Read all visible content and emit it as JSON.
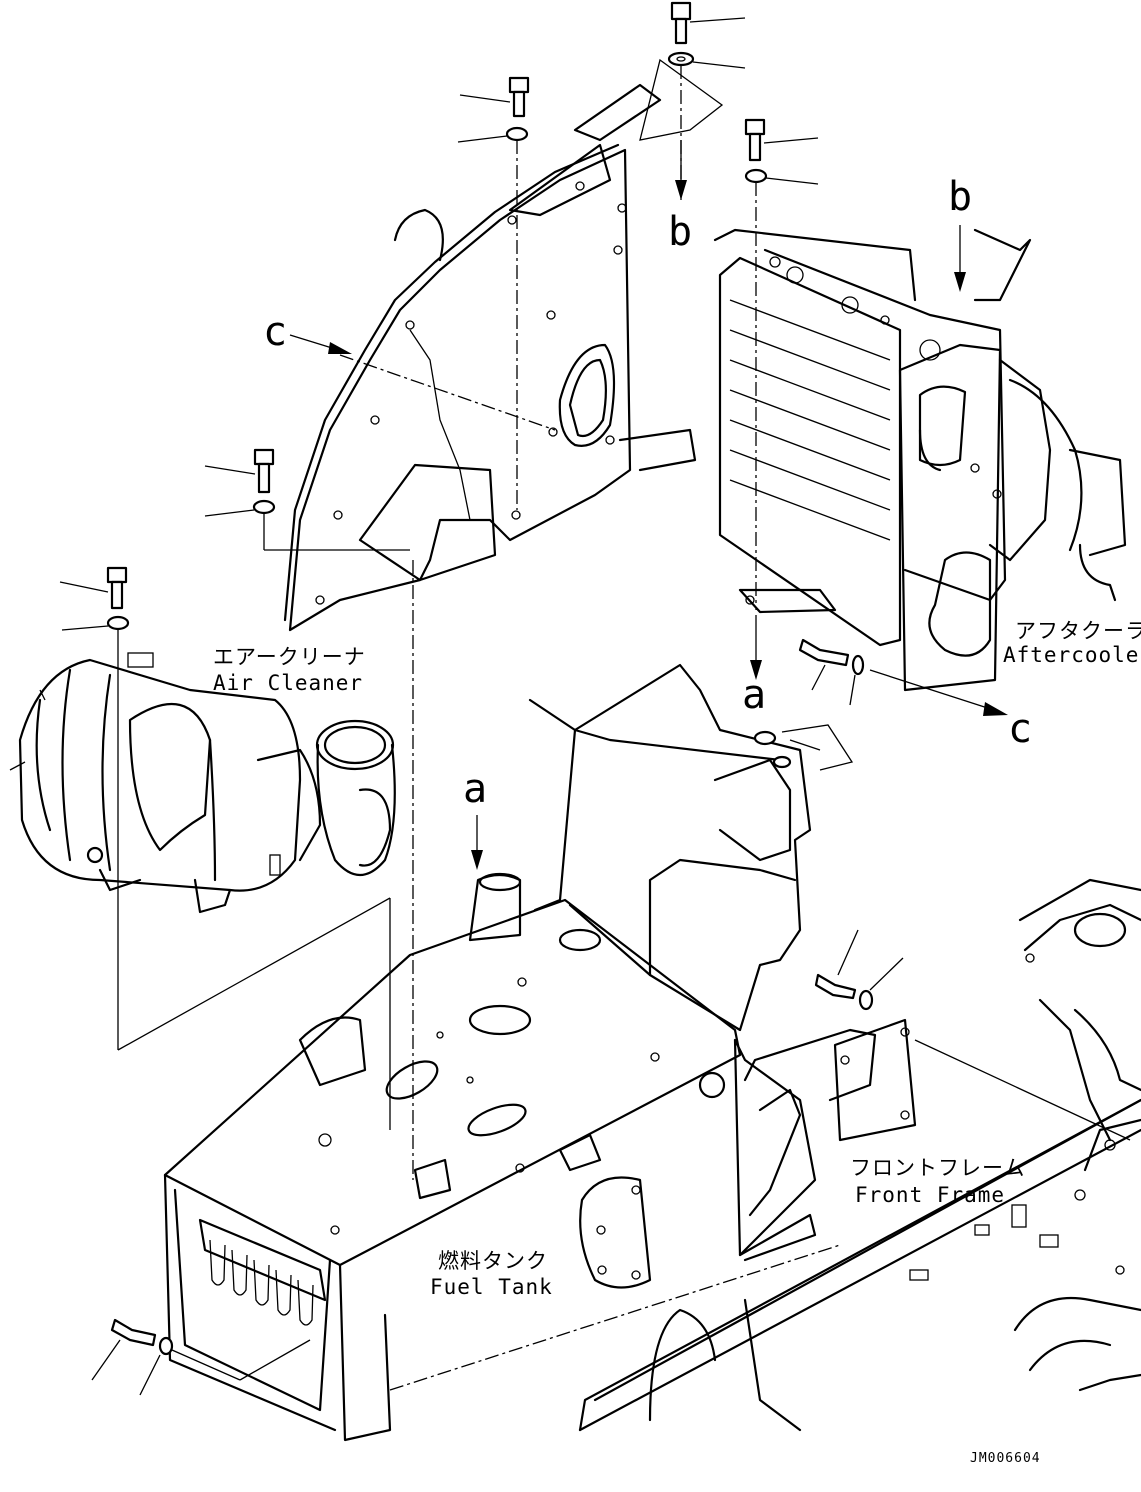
{
  "labels": {
    "air_cleaner_jp": "エアークリーナ",
    "air_cleaner_en": "Air Cleaner",
    "aftercooler_jp": "アフタクーラ",
    "aftercooler_en": "Aftercooler",
    "fuel_tank_jp": "燃料タンク",
    "fuel_tank_en": "Fuel Tank",
    "front_frame_jp": "フロントフレーム",
    "front_frame_en": "Front Frame"
  },
  "refs": {
    "a": "a",
    "b": "b",
    "c": "c"
  },
  "drawing_code": "JM006604"
}
